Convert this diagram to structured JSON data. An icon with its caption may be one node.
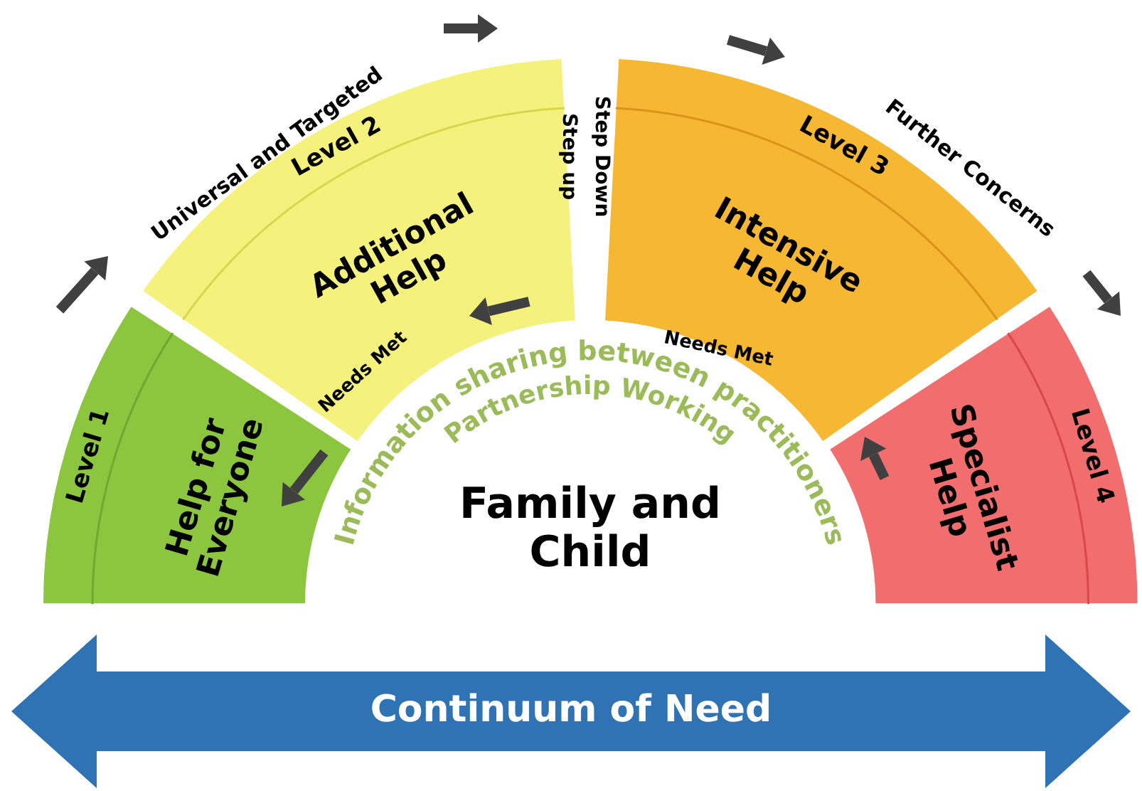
{
  "diagram": {
    "nodes": [
      {
        "text": [
          "Level 1",
          "Help for Everyone"
        ]
      },
      {
        "text": [
          "Level 2",
          "Additional Help"
        ]
      },
      {
        "text": [
          "Level 3",
          "Intensive Help"
        ]
      },
      {
        "text": [
          "Level 4",
          "Specialist Help"
        ]
      },
      {
        "text": [
          "Information sharing between practitioners",
          "Partnership Working",
          "Family and Child"
        ]
      },
      {
        "text": [
          "Continuum of Need"
        ]
      }
    ],
    "labels": [
      "Universal and Targeted",
      "Step up",
      "Step Down",
      "Further Concerns",
      "Needs Met",
      "Needs Met"
    ]
  }
}
